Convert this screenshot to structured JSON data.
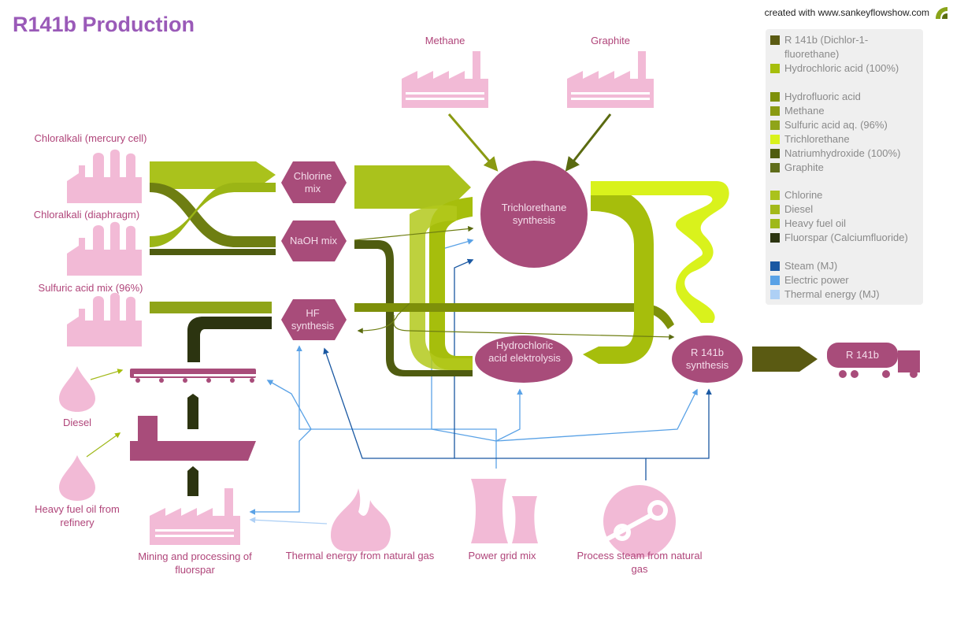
{
  "title": "R141b Production",
  "credit": "created with www.sankeyflowshow.com",
  "colors": {
    "r141b": "#5a5a12",
    "hcl": "#a6be0c",
    "hf": "#7e900a",
    "methane": "#8a9a12",
    "sulfuric": "#8fa419",
    "trichlor": "#d9f21c",
    "naoh": "#4f5c10",
    "graphite": "#5f6d1a",
    "chlorine": "#aac21c",
    "diesel": "#a3b91a",
    "hfo": "#9fb81a",
    "fluorspar": "#2c3410",
    "steam": "#1a58a2",
    "electric": "#5aa2e6",
    "thermal": "#aed0f5",
    "node": "#a84c7a",
    "icon": "#f2bad6",
    "label": "#b0457a"
  },
  "legend": [
    {
      "label": "R 141b (Dichlor-1-fluorethane)",
      "color": "#5a5a12"
    },
    {
      "label": "Hydrochloric acid (100%)",
      "color": "#a6be0c"
    },
    {
      "label": "Hydrofluoric acid",
      "color": "#7e900a"
    },
    {
      "label": "Methane",
      "color": "#8a9a12"
    },
    {
      "label": "Sulfuric acid aq. (96%)",
      "color": "#8fa419"
    },
    {
      "label": "Trichlorethane",
      "color": "#d9f21c"
    },
    {
      "label": "Natriumhydroxide (100%)",
      "color": "#4f5c10"
    },
    {
      "label": "Graphite",
      "color": "#5f6d1a"
    },
    {
      "label": "Chlorine",
      "color": "#aac21c"
    },
    {
      "label": "Diesel",
      "color": "#a3b91a"
    },
    {
      "label": "Heavy fuel oil",
      "color": "#9fb81a"
    },
    {
      "label": "Fluorspar (Calciumfluoride)",
      "color": "#2c3410"
    },
    {
      "label": "Steam (MJ)",
      "color": "#1a58a2"
    },
    {
      "label": "Electric power",
      "color": "#5aa2e6"
    },
    {
      "label": "Thermal energy (MJ)",
      "color": "#aed0f5"
    }
  ],
  "sources": {
    "methane": "Methane",
    "graphite": "Graphite",
    "chloralkali_mercury": "Chloralkali (mercury cell)",
    "chloralkali_diaphragm": "Chloralkali (diaphragm)",
    "sulfuric_mix": "Sulfuric acid mix (96%)",
    "diesel": "Diesel",
    "heavy_fuel_oil": "Heavy fuel oil from refinery",
    "mining": "Mining and processing of fluorspar",
    "thermal_energy": "Thermal energy from natural gas",
    "power_grid": "Power grid mix",
    "process_steam": "Process steam from natural gas"
  },
  "nodes": {
    "chlorine_mix": "Chlorine mix",
    "naoh_mix": "NaOH mix",
    "hf_synthesis": "HF synthesis",
    "trichlorethane_synthesis": "Trichlorethane synthesis",
    "hcl_elektrolysis": "Hydrochloric acid elektrolysis",
    "r141b_synthesis": "R 141b synthesis",
    "product": "R 141b"
  }
}
